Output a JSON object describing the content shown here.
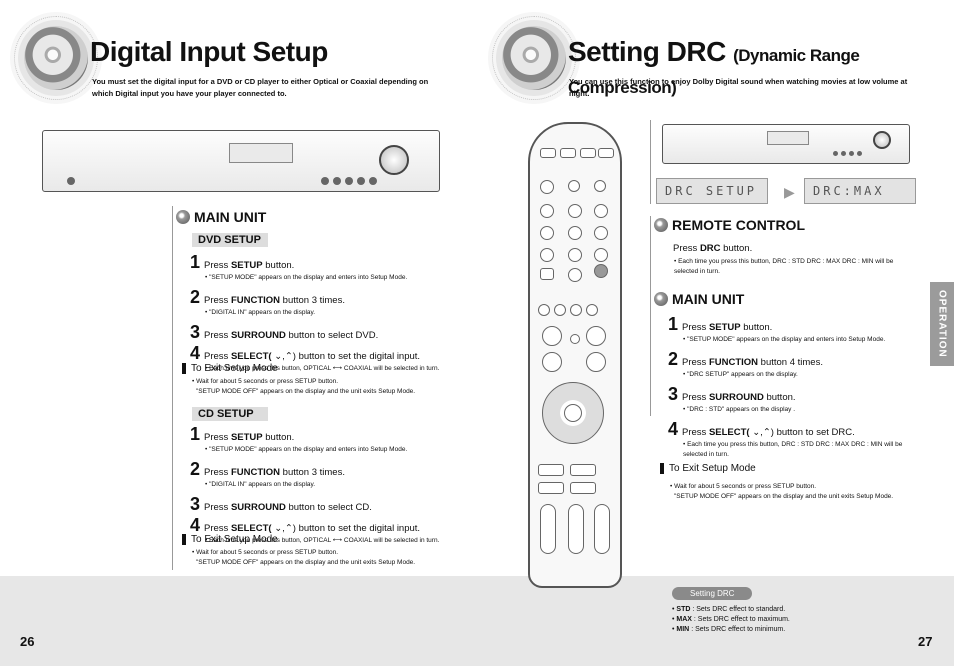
{
  "left_page": {
    "title": "Digital Input Setup",
    "intro": "You must set the digital input for a DVD or CD player to either Optical or Coaxial depending on which Digital input you have your player connected to.",
    "main_unit_heading": "MAIN UNIT",
    "dvd_section": {
      "label": "DVD SETUP",
      "steps": [
        {
          "num": "1",
          "pre": "Press ",
          "key": "SETUP",
          "post": " button.",
          "note": "• \"SETUP MODE\" appears on the display and enters into Setup Mode."
        },
        {
          "num": "2",
          "pre": "Press ",
          "key": "FUNCTION",
          "post": " button 3 times.",
          "note": "• \"DIGITAL IN\" appears on the display."
        },
        {
          "num": "3",
          "pre": "Press ",
          "key": "SURROUND",
          "post": " button to select DVD.",
          "note": ""
        },
        {
          "num": "4",
          "pre": "Press ",
          "key": "SELECT(",
          "post": ") button to set the digital input.",
          "note": "• Each time you press this button, OPTICAL ⟷ COAXIAL will be selected in turn."
        }
      ],
      "exit_title": "To Exit Setup Mode",
      "exit_note1": "• Wait for about 5 seconds or press SETUP button.",
      "exit_note2": "\"SETUP MODE OFF\" appears on the display and the unit exits Setup Mode."
    },
    "cd_section": {
      "label": "CD SETUP",
      "steps": [
        {
          "num": "1",
          "pre": "Press ",
          "key": "SETUP",
          "post": " button.",
          "note": "• \"SETUP MODE\" appears on the display and enters into Setup Mode."
        },
        {
          "num": "2",
          "pre": "Press ",
          "key": "FUNCTION",
          "post": " button 3 times.",
          "note": "• \"DIGITAL IN\" appears on the display."
        },
        {
          "num": "3",
          "pre": "Press ",
          "key": "SURROUND",
          "post": " button to select CD.",
          "note": ""
        },
        {
          "num": "4",
          "pre": "Press ",
          "key": "SELECT(",
          "post": ") button to set the digital input.",
          "note": "• Each time you press this button, OPTICAL ⟷ COAXIAL will be selected in turn."
        }
      ],
      "exit_title": "To Exit Setup Mode",
      "exit_note1": "• Wait for about 5 seconds or press SETUP button.",
      "exit_note2": "\"SETUP MODE OFF\" appears on the display and the unit exits Setup Mode."
    },
    "page_number": "26"
  },
  "right_page": {
    "title": "Setting DRC",
    "title_sub": "(Dynamic Range Compression)",
    "intro": "You can use this function to enjoy Dolby Digital sound when watching movies at low volume at night.",
    "lcd1": "DRC SETUP",
    "lcd2": "DRC:MAX",
    "remote_heading": "REMOTE CONTROL",
    "remote_step_pre": "Press ",
    "remote_step_key": "DRC",
    "remote_step_post": " button.",
    "remote_note": "• Each time you press this button, DRC : STD     DRC : MAX     DRC : MIN will be selected in turn.",
    "main_unit_heading": "MAIN UNIT",
    "steps": [
      {
        "num": "1",
        "pre": "Press ",
        "key": "SETUP",
        "post": " button.",
        "note": "• \"SETUP MODE\" appears on the display and enters into Setup Mode."
      },
      {
        "num": "2",
        "pre": "Press ",
        "key": "FUNCTION",
        "post": " button 4 times.",
        "note": "• \"DRC SETUP\" appears on the display."
      },
      {
        "num": "3",
        "pre": "Press ",
        "key": "SURROUND",
        "post": " button.",
        "note": "• \"DRC : STD\" appears on the display ."
      },
      {
        "num": "4",
        "pre": "Press ",
        "key": "SELECT(",
        "post": ") button to set DRC.",
        "note": "• Each time you press this button, DRC : STD     DRC : MAX     DRC : MIN will be selected in turn."
      }
    ],
    "exit_title": "To Exit Setup Mode",
    "exit_note1": "• Wait for about 5 seconds or press SETUP button.",
    "exit_note2": "\"SETUP MODE OFF\" appears on the display and the unit exits Setup Mode.",
    "side_tab": "OPERATION",
    "setting_pill": "Setting DRC",
    "settings": [
      {
        "key": "STD",
        "desc": " : Sets DRC effect to standard."
      },
      {
        "key": "MAX",
        "desc": " : Sets DRC effect to maximum."
      },
      {
        "key": "MIN",
        "desc": " : Sets DRC effect to minimum."
      }
    ],
    "page_number": "27"
  },
  "icons": {
    "left_disc": "cd-disc-icon",
    "right_disc": "cd-disc-icon",
    "arrow": "triangle-right-icon"
  }
}
